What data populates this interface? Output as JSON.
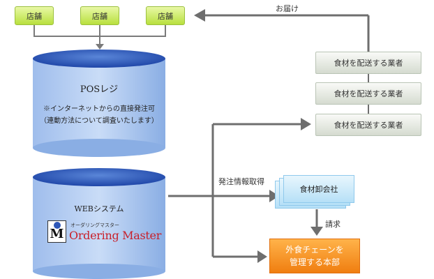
{
  "stores": [
    "店舗",
    "店舗",
    "店舗"
  ],
  "vendors": [
    "食材を配送する業者",
    "食材を配送する業者",
    "食材を配送する業者"
  ],
  "delivery_label": "お届け",
  "pos": {
    "title": "POSレジ",
    "note_line1": "※インターネットからの直接発注可",
    "note_line2": "（連動方法について調査いたします）"
  },
  "web": {
    "title": "WEBシステム",
    "logo_kana": "オーダリングマスター",
    "logo_text": "Ordering Master",
    "logo_mark": "M"
  },
  "order_label": "発注情報取得",
  "wholesale_label": "食材卸会社",
  "invoice_label": "請求",
  "hq": {
    "line1": "外食チェーンを",
    "line2": "管理する本部"
  },
  "colors": {
    "arrow": "#6e6e6e",
    "cylinder_top": "#2d57b8",
    "cylinder_body": "#8db0e6",
    "store_green": "#b8e03e",
    "hq_orange": "#f28a1c",
    "logo_red": "#c8202a"
  }
}
